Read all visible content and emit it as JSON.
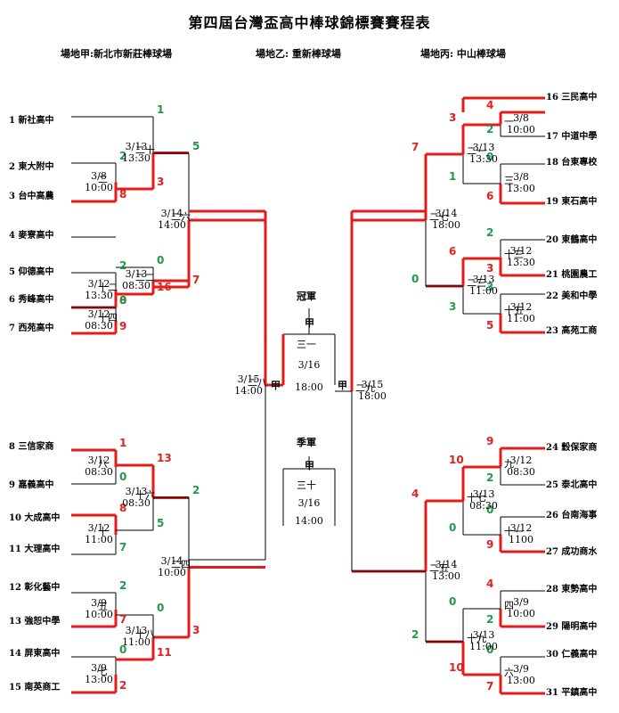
{
  "title": "第四屆台灣盃高中棒球錦標賽賽程表",
  "venues": [
    "場地甲:新北市新莊棒球場",
    "場地乙: 重新棒球場",
    "場地丙: 中山棒球場"
  ],
  "teams_left": [
    "1 新社高中",
    "2 東大附中",
    "3 台中高農",
    "4 麥寮高中",
    "5 仰德高中",
    "6 秀峰高中",
    "7 西苑高中",
    "8 三信家商",
    "9 嘉義高中",
    "10 大成高中",
    "11 大理高中",
    "12 彰化藝中",
    "13 強恕中學",
    "14 屏東高中",
    "15 南英商工"
  ],
  "teams_right": [
    "16 三民高中",
    "17 中道中學",
    "18 台東專校",
    "19 東石高中",
    "20 東鶴高中",
    "21 桃園農工",
    "22 美和中學",
    "23 高苑工商",
    "24 穀保家商",
    "25 泰北高中",
    "26 台南海事",
    "27 成功商水",
    "28 東勢高中",
    "29 陽明高中",
    "30 仁義高中",
    "31 平鎮高中"
  ],
  "games": {
    "g1": {
      "no": "一",
      "time": "3/8\n10:00"
    },
    "g2": {
      "no": "二",
      "time": "3/8\n10:00"
    },
    "g3": {
      "no": "三",
      "time": "3/8\n13:00"
    },
    "g4": {
      "no": "四",
      "time": "3/9\n10:00"
    },
    "g5": {
      "no": "五",
      "time": "3/9\n10:00"
    },
    "g6": {
      "no": "六",
      "time": "3/9\n13:00"
    },
    "g7": {
      "no": "七",
      "time": "3/9\n13:00"
    },
    "g8": {
      "no": "八",
      "time": "3/12\n08:30"
    },
    "g9": {
      "no": "九",
      "time": "3/12\n08:30"
    },
    "g10": {
      "no": "十",
      "time": "3/12\n11:00"
    },
    "g11": {
      "no": "十一",
      "time": "3/12\n1100"
    },
    "g12": {
      "no": "十二",
      "time": "3/12\n13:30"
    },
    "g13": {
      "no": "十三",
      "time": "3/12\n13:30"
    },
    "g14": {
      "no": "十四",
      "time": "3/12\n08:30"
    },
    "g15": {
      "no": "十五",
      "time": "3/12\n11:00"
    },
    "g16": {
      "no": "十六",
      "time": "3/13\n08:30"
    },
    "g17": {
      "no": "十七",
      "time": "3/13\n08:30"
    },
    "g18": {
      "no": "十八",
      "time": "3/13\n11:00"
    },
    "g19": {
      "no": "十九",
      "time": "3/13\n11:00"
    },
    "g20": {
      "no": "二十",
      "time": "3/13\n13:30"
    },
    "g21": {
      "no": "二一",
      "time": "3/13\n13:30"
    },
    "g22": {
      "no": "二二",
      "time": "3/13\n08:30"
    },
    "g23": {
      "no": "二三",
      "time": "3/13\n11:00"
    },
    "g24": {
      "no": "二四",
      "time": "3/14\n10:00"
    },
    "g25": {
      "no": "二五",
      "time": "3/14\n13:00"
    },
    "g26": {
      "no": "二六",
      "time": "3/14\n14:00"
    },
    "g27": {
      "no": "二七",
      "time": "3/14\n18:00"
    },
    "g28": {
      "no": "二八",
      "time": "3/15\n14:00"
    },
    "g29": {
      "no": "二九",
      "time": "3/15\n18:00"
    },
    "g30": {
      "no": "三十",
      "time": "3/16\n14:00"
    },
    "g31": {
      "no": "三一",
      "time": "3/16\n18:00"
    }
  },
  "scores": {
    "g1": [
      "4",
      "2"
    ],
    "g2": [
      "2",
      "8"
    ],
    "g3": [
      "0",
      "6"
    ],
    "g4": [
      "4",
      "2"
    ],
    "g5": [
      "2",
      "7"
    ],
    "g6": [
      "0",
      "7"
    ],
    "g7": [
      "0",
      "2"
    ],
    "g8": [
      "1",
      "0"
    ],
    "g9": [
      "9",
      "2"
    ],
    "g10": [
      "8",
      "7"
    ],
    "g11": [
      "0",
      "9"
    ],
    "g12": [
      "2",
      "8"
    ],
    "g13": [
      "2",
      "3"
    ],
    "g14": [
      "0",
      "9"
    ],
    "g15": [
      "3",
      "5"
    ],
    "g16": [
      "13",
      "5"
    ],
    "g17": [
      "10",
      "0"
    ],
    "g18": [
      "0",
      "11"
    ],
    "g19": [
      "0",
      "10"
    ],
    "g20": [
      "1",
      "3"
    ],
    "g21": [
      "3",
      "1"
    ],
    "g22": [
      "0",
      "16"
    ],
    "g23": [
      "6",
      "3"
    ],
    "g24": [
      "2",
      "3"
    ],
    "g25": [
      "4",
      "2"
    ],
    "g26": [
      "5",
      "7"
    ],
    "g27": [
      "7",
      "0"
    ]
  },
  "labels": {
    "champion": "冠軍",
    "third": "季軍",
    "winner_mark": "甲"
  },
  "colors": {
    "win": "#e32020",
    "lose": "#1f9a4a",
    "line": "#e31b1b"
  }
}
